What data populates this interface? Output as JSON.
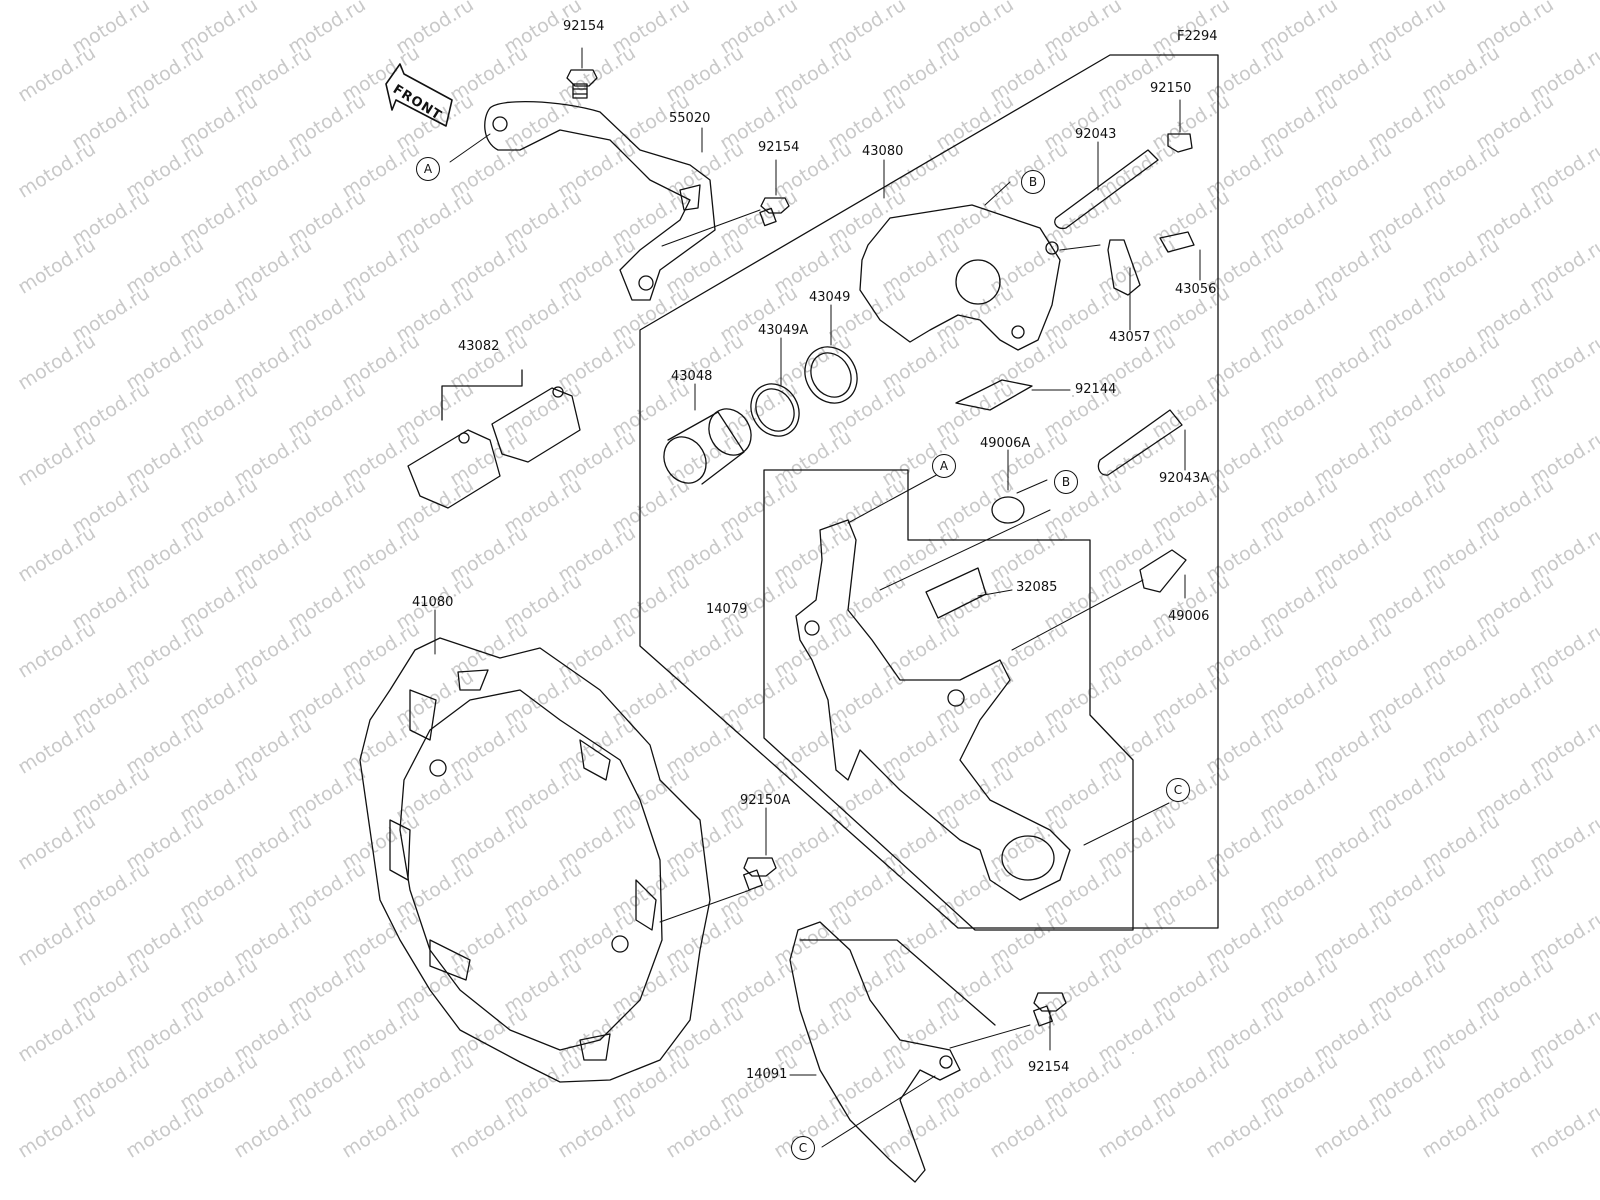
{
  "diagram_code": "F2294",
  "watermark_text": "motod.ru",
  "front_label": "FRONT",
  "part_labels": {
    "p92154_top": "92154",
    "p55020": "55020",
    "p92154_mid": "92154",
    "p43080": "43080",
    "p92150": "92150",
    "p92043": "92043",
    "p43056": "43056",
    "p43057": "43057",
    "p43082": "43082",
    "p43049": "43049",
    "p43049A": "43049A",
    "p43048": "43048",
    "p92144": "92144",
    "p49006A": "49006A",
    "p92043A": "92043A",
    "p32085": "32085",
    "p14079": "14079",
    "p49006": "49006",
    "p41080": "41080",
    "p92150A": "92150A",
    "p14091": "14091",
    "p92154_bot": "92154"
  },
  "ref_markers": {
    "a1": "A",
    "a2": "A",
    "b1": "B",
    "b2": "B",
    "c1": "C",
    "c2": "C"
  }
}
